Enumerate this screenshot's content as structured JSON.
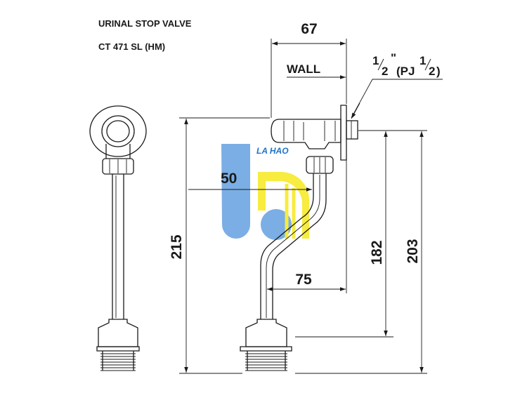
{
  "title": {
    "line1": "URINAL STOP VALVE",
    "line2": "CT 471 SL (HM)"
  },
  "dimensions": {
    "d67": "67",
    "wall": "WALL",
    "thread_main": "1",
    "thread_den": "2",
    "thread_mark": "\"",
    "thread_pj": "(PJ",
    "thread_main2": "1",
    "thread_den2": "2",
    "thread_close": ")",
    "d50": "50",
    "d215": "215",
    "d75": "75",
    "d182": "182",
    "d203": "203"
  },
  "watermark": {
    "text": "LA HAO",
    "colors": {
      "blue": "#1e73c8",
      "yellow": "#f5e600"
    }
  }
}
